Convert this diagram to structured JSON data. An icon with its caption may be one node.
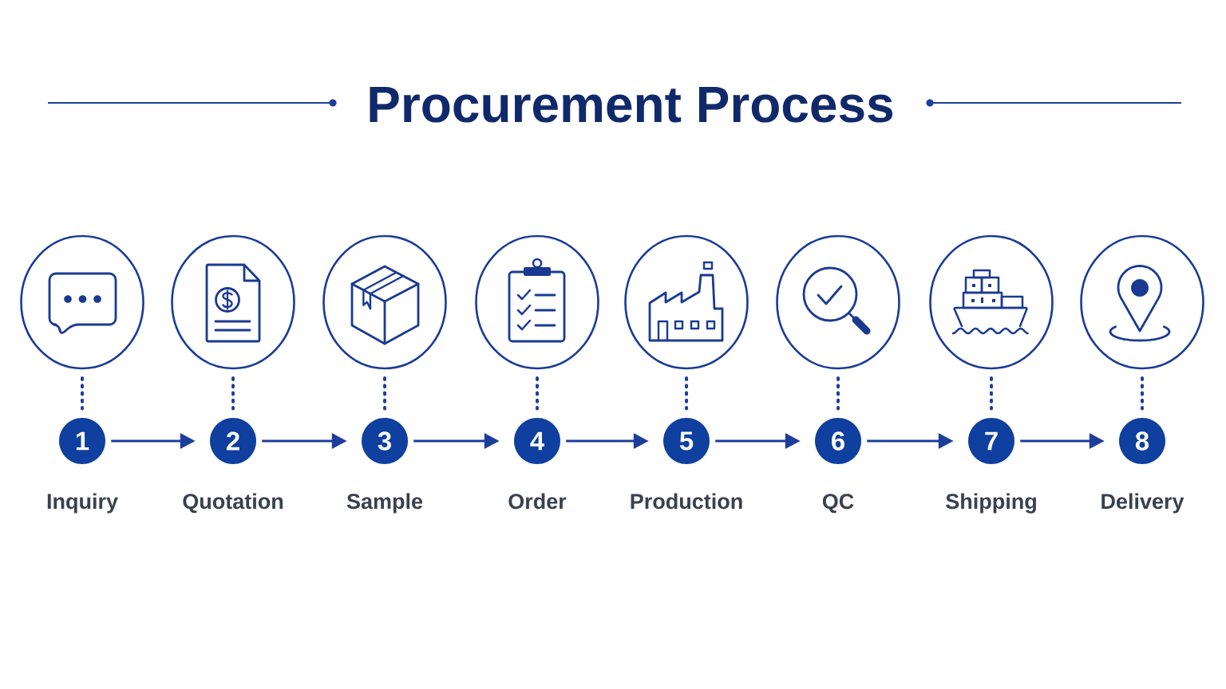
{
  "diagram": {
    "title": "Procurement Process",
    "nodes": [
      {
        "text": [],
        "shape": "circle"
      },
      {
        "text": [],
        "shape": "circle"
      },
      {
        "text": [],
        "shape": "circle"
      },
      {
        "text": [],
        "shape": "circle"
      },
      {
        "text": [],
        "shape": "circle"
      },
      {
        "text": [],
        "shape": "circle"
      },
      {
        "text": [],
        "shape": "circle"
      },
      {
        "text": [],
        "shape": "circle"
      },
      {
        "text": [
          "1"
        ],
        "beside": [
          "Inquiry"
        ]
      },
      {
        "text": [
          "2"
        ],
        "beside": [
          "Quotation"
        ]
      },
      {
        "text": [
          "3"
        ],
        "beside": [
          "Sample"
        ]
      },
      {
        "text": [
          "4"
        ],
        "beside": [
          "Order"
        ]
      },
      {
        "text": [
          "5"
        ],
        "beside": [
          "Production"
        ]
      },
      {
        "text": [
          "6"
        ],
        "beside": [
          "QC"
        ]
      },
      {
        "text": [
          "7"
        ],
        "beside": [
          "Shipping"
        ]
      },
      {
        "text": [
          "8"
        ],
        "beside": [
          "Delivery"
        ]
      }
    ],
    "edges": [
      {
        "from": 0,
        "to": 8,
        "arrow": "none",
        "style": "dashed"
      },
      {
        "from": 1,
        "to": 9,
        "arrow": "none",
        "style": "dashed"
      },
      {
        "from": 2,
        "to": 10,
        "arrow": "none",
        "style": "dashed"
      },
      {
        "from": 3,
        "to": 11,
        "arrow": "none",
        "style": "dashed"
      },
      {
        "from": 4,
        "to": 12,
        "arrow": "none",
        "style": "dashed"
      },
      {
        "from": 5,
        "to": 13,
        "arrow": "none",
        "style": "dashed"
      },
      {
        "from": 6,
        "to": 14,
        "arrow": "none",
        "style": "dashed"
      },
      {
        "from": 7,
        "to": 15,
        "arrow": "none",
        "style": "dashed"
      },
      {
        "from": 8,
        "to": 9,
        "arrow": "to"
      },
      {
        "from": 9,
        "to": 10,
        "arrow": "to"
      },
      {
        "from": 10,
        "to": 11,
        "arrow": "to"
      },
      {
        "from": 11,
        "to": 12,
        "arrow": "to"
      },
      {
        "from": 12,
        "to": 13,
        "arrow": "to"
      },
      {
        "from": 13,
        "to": 14,
        "arrow": "to"
      },
      {
        "from": 14,
        "to": 15,
        "arrow": "to"
      }
    ]
  }
}
